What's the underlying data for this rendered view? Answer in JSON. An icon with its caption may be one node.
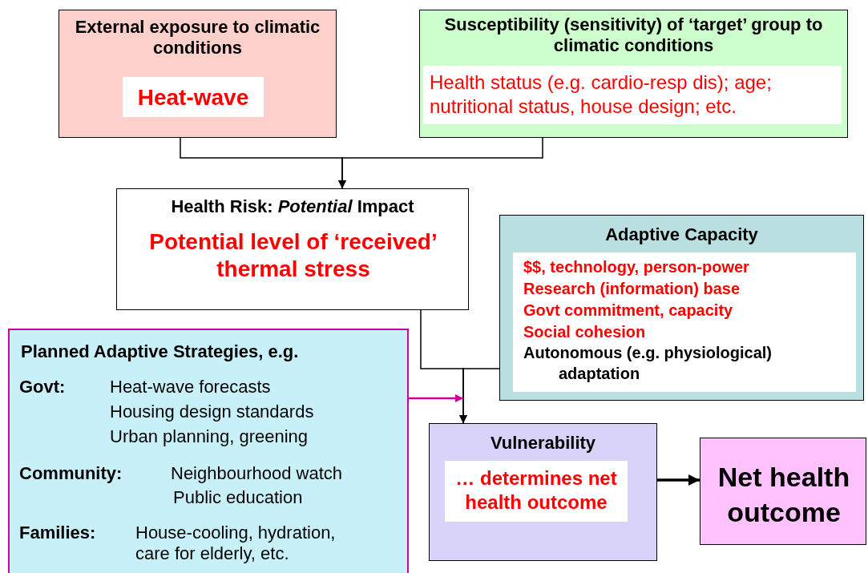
{
  "diagram": {
    "nodes": [
      {
        "text": [
          "External exposure to climatic conditions"
        ]
      },
      {
        "text": [
          "Heat-wave"
        ],
        "in": 0
      },
      {
        "text": [
          "Susceptibility (sensitivity) of ‘target’ group to climatic conditions"
        ]
      },
      {
        "text": [
          "Health status (e.g. cardio-resp dis); age; nutritional status, house design; etc."
        ],
        "in": 2
      },
      {
        "text": [
          "Health Risk: *Potential* Impact",
          "Potential level of ‘received’ thermal stress"
        ]
      },
      {
        "text": [
          "Adaptive Capacity"
        ]
      },
      {
        "text": [
          "$$, technology, person-power",
          "Research (information) base",
          "Govt commitment, capacity",
          "Social cohesion",
          "Autonomous (e.g. physiological) adaptation"
        ],
        "in": 5
      },
      {
        "text": [
          "Planned Adaptive Strategies, e.g.",
          "Govt:",
          "Heat-wave forecasts",
          "Housing design standards",
          "Urban planning, greening",
          "Community:",
          "Neighbourhood watch",
          "Public education",
          "Families:",
          "House-cooling, hydration, care for elderly, etc."
        ]
      },
      {
        "text": [
          "Vulnerability"
        ]
      },
      {
        "text": [
          "… determines net health outcome"
        ],
        "in": 8
      },
      {
        "text": [
          "Net health outcome"
        ]
      }
    ],
    "edges": [
      {
        "from": 0,
        "to": 4,
        "arrow": "to"
      },
      {
        "from": 2,
        "to": 4,
        "arrow": "to"
      },
      {
        "from": 4,
        "to": 8,
        "arrow": "to"
      },
      {
        "from": 5,
        "to": 8,
        "arrow": "to"
      },
      {
        "from": 7,
        "to": 8,
        "arrow": "to",
        "color": "#cc0099"
      },
      {
        "from": 8,
        "to": 10,
        "arrow": "to",
        "style": "thick"
      }
    ]
  }
}
